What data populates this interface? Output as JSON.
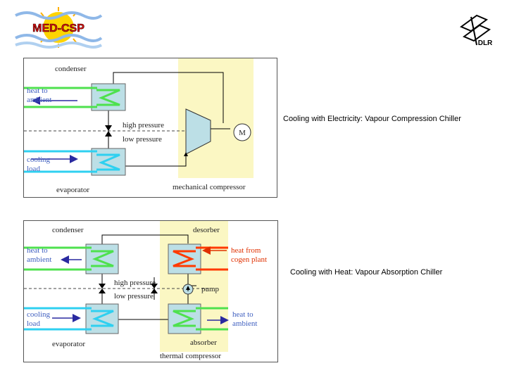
{
  "header": {
    "logo_left_text": "MED-CSP",
    "logo_right_text": "DLR"
  },
  "diagram1": {
    "condenser": "condenser",
    "heat_to": "heat to",
    "ambient": "ambient",
    "high_pressure": "high pressure",
    "low_pressure": "low pressure",
    "motor": "M",
    "cooling": "cooling",
    "load": "load",
    "evaporator": "evaporator",
    "mechanical_compressor": "mechanical compressor",
    "caption": "Cooling with Electricity: Vapour Compression Chiller"
  },
  "diagram2": {
    "condenser": "condenser",
    "desorber": "desorber",
    "heat_to": "heat to",
    "ambient": "ambient",
    "heat_from": "heat from",
    "cogen_plant": "cogen plant",
    "high_pressure": "high pressure",
    "low_pressure": "low pressure",
    "pump": "pump",
    "cooling": "cooling",
    "load": "load",
    "heat_to_right": "heat to",
    "ambient_right": "ambient",
    "evaporator": "evaporator",
    "absorber": "absorber",
    "thermal_compressor": "thermal compressor",
    "caption": "Cooling with Heat: Vapour Absorption Chiller"
  },
  "colors": {
    "hx_fill": "#bcdfe6",
    "yellow_zone": "#fbf7c3",
    "green": "#4ee14e",
    "cyan": "#2fd0f0",
    "red": "#ff3a00",
    "arrow_blue": "#2a2aa0",
    "label_blue": "#4060c0",
    "label_red": "#e03000"
  }
}
